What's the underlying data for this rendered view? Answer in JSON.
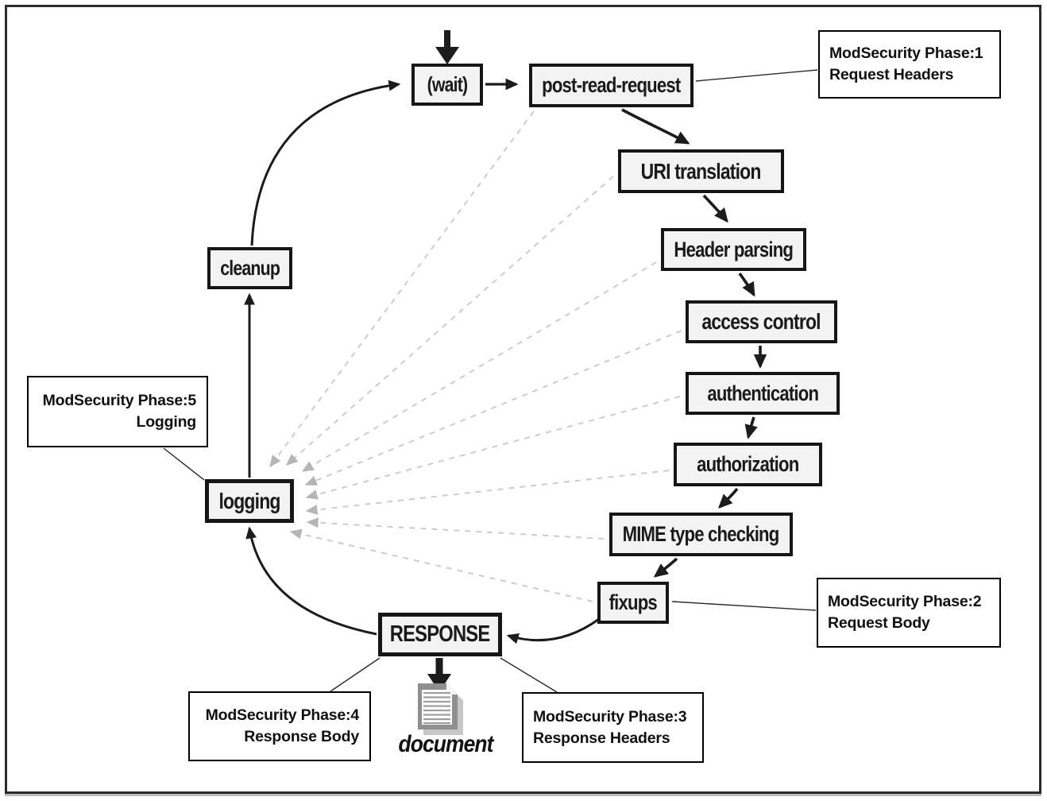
{
  "nodes": {
    "wait": {
      "label": "(wait)"
    },
    "post_read_request": {
      "label": "post-read-request"
    },
    "uri_translation": {
      "label": "URI translation"
    },
    "header_parsing": {
      "label": "Header parsing"
    },
    "access_control": {
      "label": "access control"
    },
    "authentication": {
      "label": "authentication"
    },
    "authorization": {
      "label": "authorization"
    },
    "mime_type_checking": {
      "label": "MIME type checking"
    },
    "fixups": {
      "label": "fixups"
    },
    "response": {
      "label": "RESPONSE"
    },
    "logging": {
      "label": "logging"
    },
    "cleanup": {
      "label": "cleanup"
    }
  },
  "annotations": {
    "phase1": {
      "title": "ModSecurity Phase:1",
      "subtitle": "Request Headers"
    },
    "phase2": {
      "title": "ModSecurity Phase:2",
      "subtitle": "Request Body"
    },
    "phase3": {
      "title": "ModSecurity Phase:3",
      "subtitle": "Response Headers"
    },
    "phase4": {
      "title": "ModSecurity Phase:4",
      "subtitle": "Response Body"
    },
    "phase5": {
      "title": "ModSecurity Phase:5",
      "subtitle": "Logging"
    }
  },
  "document_output": {
    "label": "document"
  },
  "colors": {
    "node_fill": "#f3f3f3",
    "node_border": "#161616",
    "arrow": "#1c1c1c",
    "dashed_line": "#cccccc",
    "dashed_arrowhead": "#b5b5b5",
    "annotation_border": "#000000",
    "background": "#ffffff"
  }
}
